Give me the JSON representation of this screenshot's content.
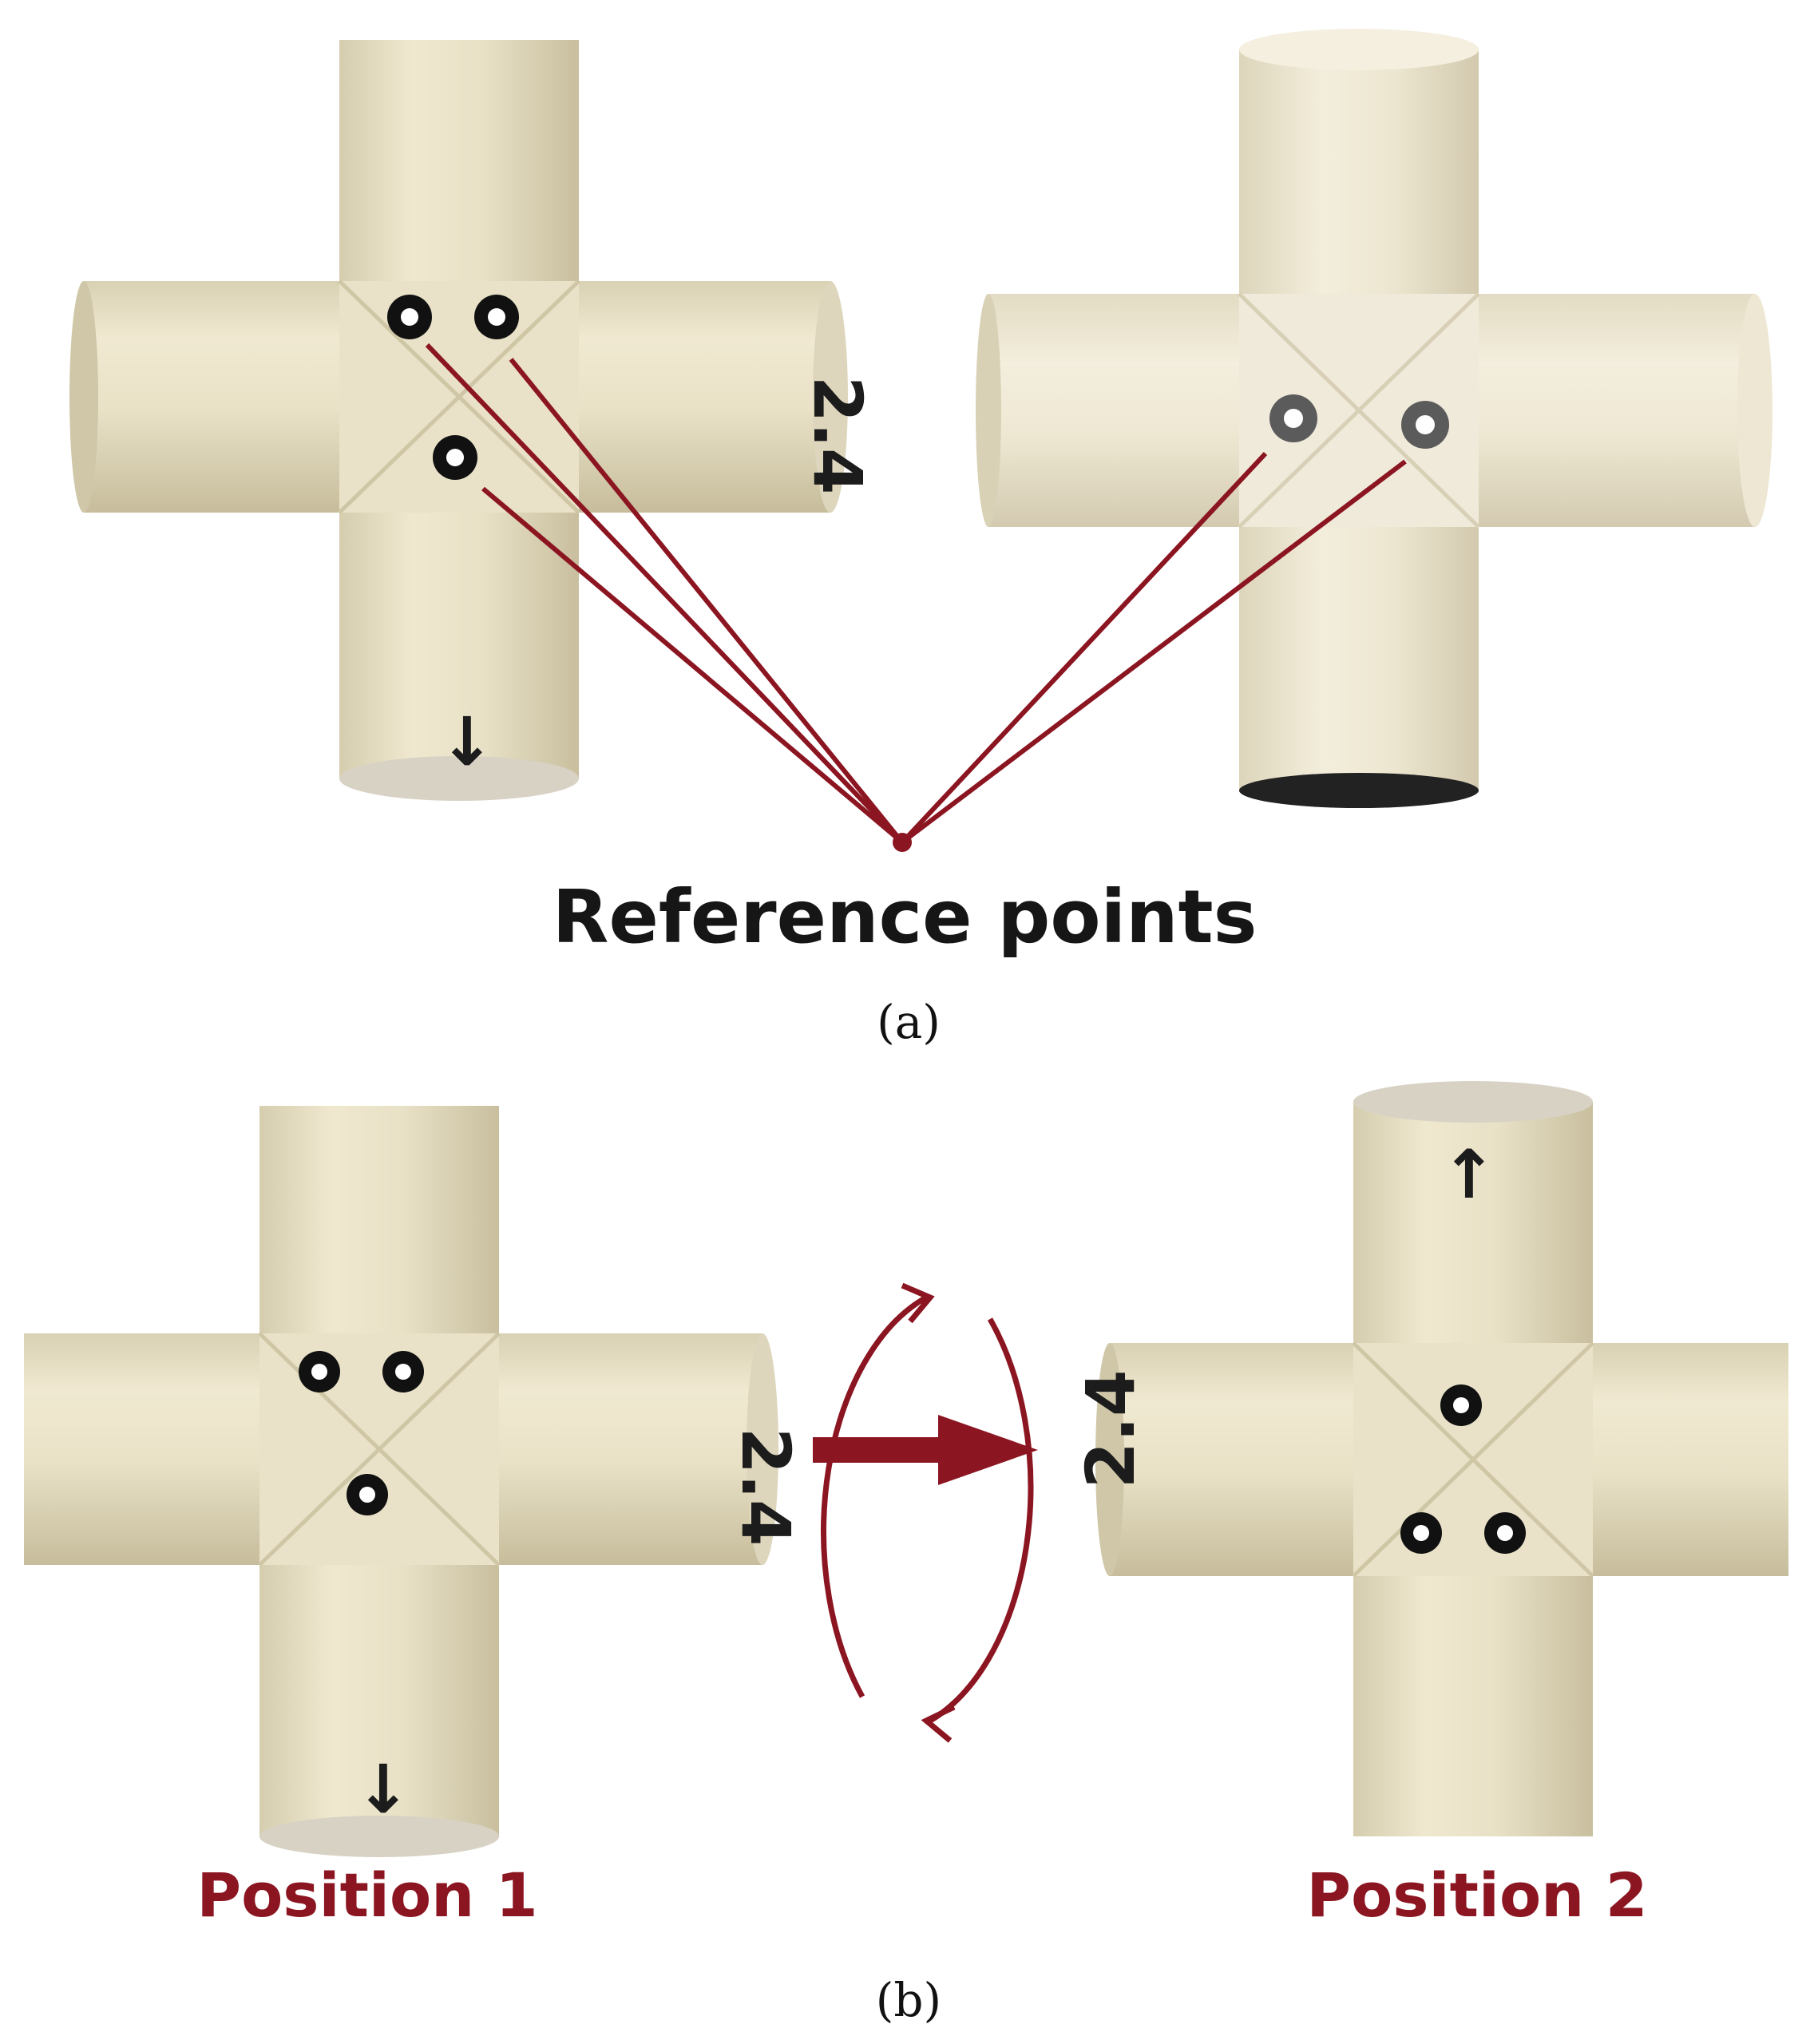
{
  "figure": {
    "panel_a": {
      "label": "(a)",
      "callout": "Reference points",
      "left_part_marking": "2.4",
      "arrow_glyph": "↓"
    },
    "panel_b": {
      "label": "(b)",
      "position_1": "Position 1",
      "position_2": "Position 2",
      "left_part_marking": "2.4",
      "right_part_marking": "2.4",
      "arrow_down_glyph": "↓",
      "arrow_up_glyph": "↑"
    }
  },
  "colors": {
    "accent": "#8b1520",
    "part_body": "#ede6cc",
    "part_shade": "#d7cfb1",
    "part_dark": "#c6bd9c",
    "marker": "#111111",
    "text": "#161616"
  },
  "icons": {
    "rotation_symbol": "rotate-arrows-icon",
    "direction_marks": "ink-arrow-icon"
  }
}
